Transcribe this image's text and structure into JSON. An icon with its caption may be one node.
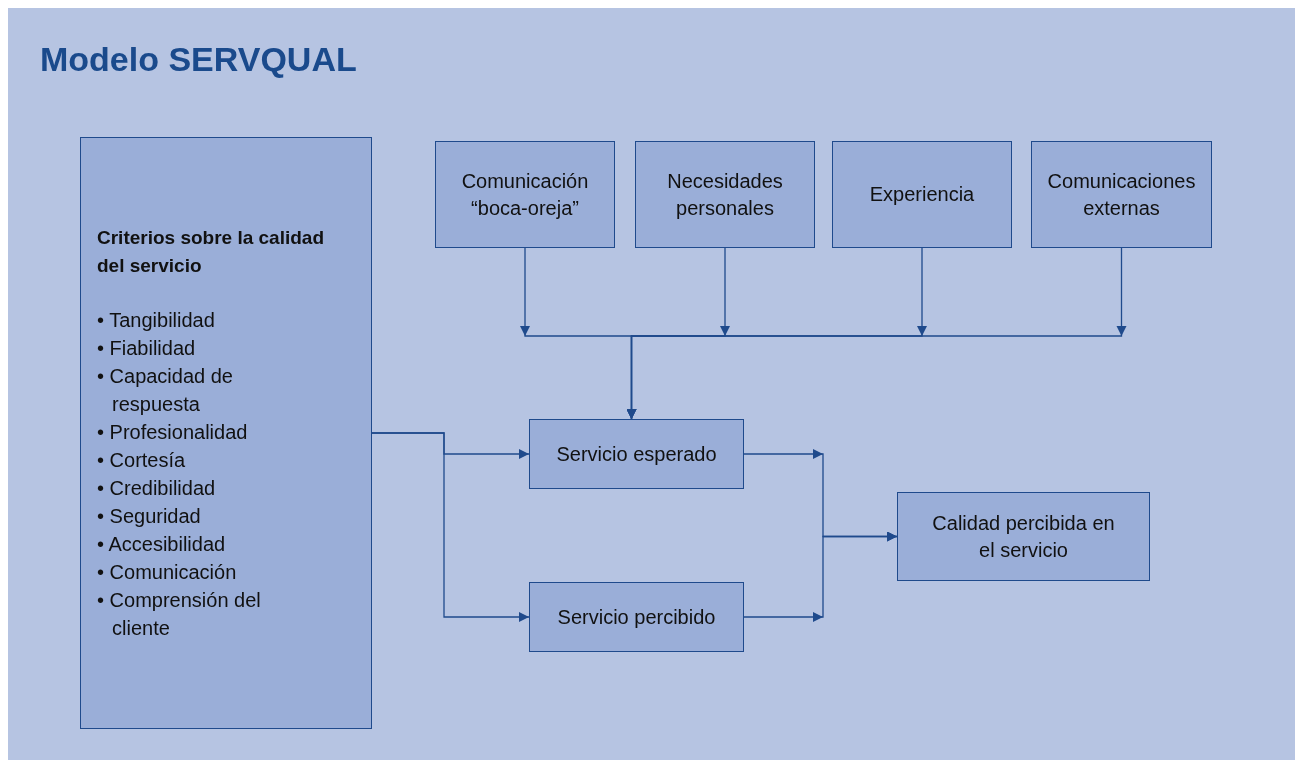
{
  "diagram": {
    "title": "Modelo SERVQUAL",
    "nodes": [
      {
        "text": [
          "Criterios sobre la calidad del servicio",
          "• Tangibilidad",
          "• Fiabilidad",
          "• Capacidad de respuesta",
          "• Profesionalidad",
          "• Cortesía",
          "• Credibilidad",
          "• Seguridad",
          "• Accesibilidad",
          "• Comunicación",
          "• Comprensión del cliente"
        ]
      },
      {
        "text": [
          "Comunicación “boca-oreja”"
        ]
      },
      {
        "text": [
          "Necesidades personales"
        ]
      },
      {
        "text": [
          "Experiencia"
        ]
      },
      {
        "text": [
          "Comunicaciones externas"
        ]
      },
      {
        "text": [
          "Servicio esperado"
        ]
      },
      {
        "text": [
          "Servicio percibido"
        ]
      },
      {
        "text": [
          "Calidad percibida en el servicio"
        ]
      }
    ],
    "edges": [
      {
        "from": 1,
        "to": 5,
        "arrow": "to"
      },
      {
        "from": 2,
        "to": 5,
        "arrow": "to"
      },
      {
        "from": 3,
        "to": 5,
        "arrow": "to"
      },
      {
        "from": 4,
        "to": 5,
        "arrow": "to"
      },
      {
        "from": 0,
        "to": 5,
        "arrow": "to"
      },
      {
        "from": 0,
        "to": 6,
        "arrow": "to"
      },
      {
        "from": 5,
        "to": 7,
        "arrow": "to"
      },
      {
        "from": 6,
        "to": 7,
        "arrow": "to"
      }
    ]
  }
}
